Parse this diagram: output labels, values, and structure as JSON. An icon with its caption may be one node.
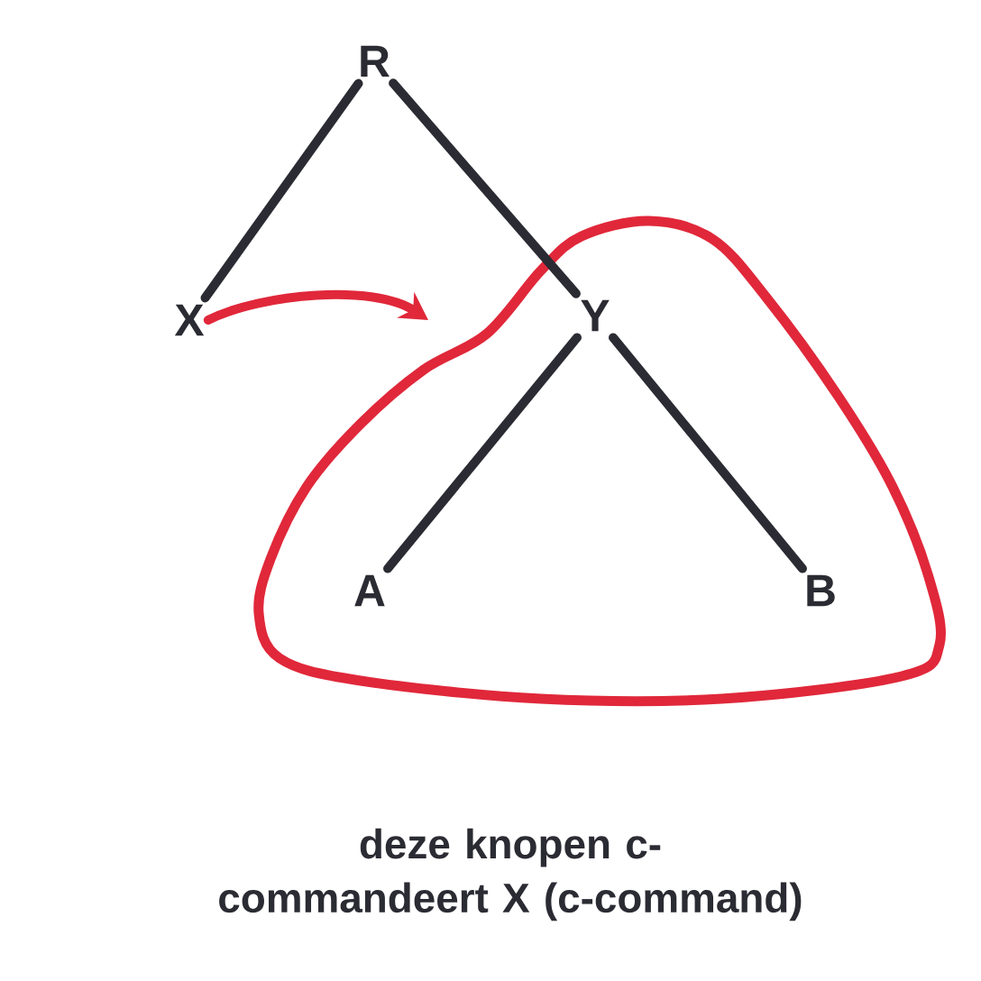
{
  "diagram": {
    "caption": "deze knopen c-commandeert X (c-command)",
    "nodes": [
      {
        "text": [
          "R"
        ]
      },
      {
        "text": [
          "X"
        ]
      },
      {
        "text": [],
        "shape": "loop"
      },
      {
        "text": [
          "Y"
        ],
        "in": 2
      },
      {
        "text": [
          "A"
        ],
        "in": 2
      },
      {
        "text": [
          "B"
        ],
        "in": 2
      }
    ],
    "edges": [
      {
        "from": 0,
        "to": 1,
        "arrow": "none"
      },
      {
        "from": 0,
        "to": 3,
        "arrow": "none"
      },
      {
        "from": 3,
        "to": 4,
        "arrow": "none"
      },
      {
        "from": 3,
        "to": 5,
        "arrow": "none"
      },
      {
        "from": 1,
        "to": 2,
        "arrow": "to",
        "color": "#e0283a"
      }
    ]
  }
}
